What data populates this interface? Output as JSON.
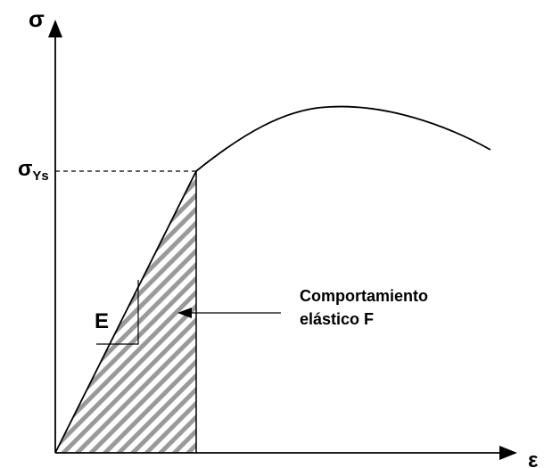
{
  "axes": {
    "y_label": "σ",
    "x_label": "ε"
  },
  "yield_label": {
    "main": "σ",
    "subscript": "Ys"
  },
  "slope_label": "E",
  "annotation": {
    "line1": "Comportamiento",
    "line2": "elástico F"
  }
}
